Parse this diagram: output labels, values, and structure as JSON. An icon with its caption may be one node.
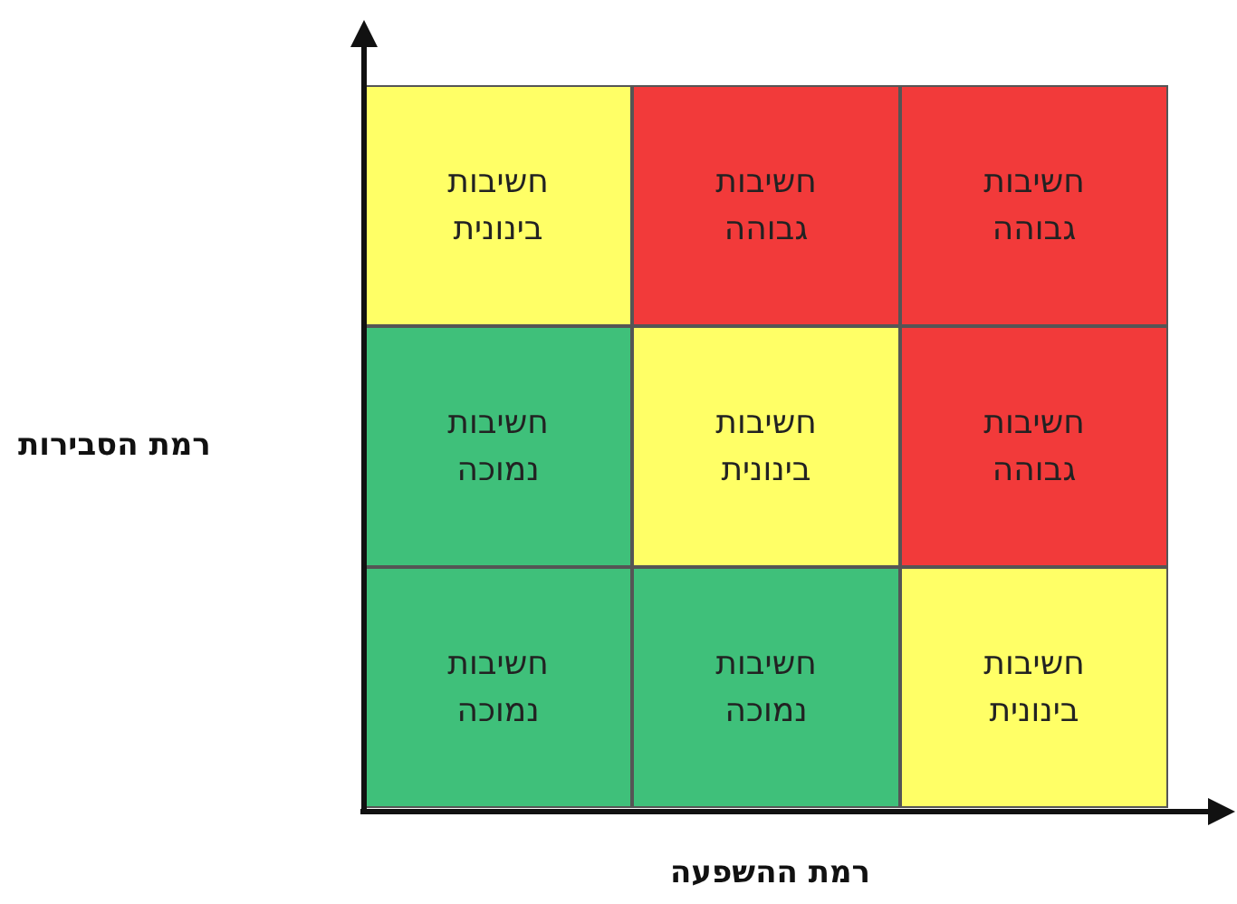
{
  "diagram": {
    "nodes": [
      {
        "text": [
          "חשיבות בינונית"
        ]
      },
      {
        "text": [
          "חשיבות גבוהה"
        ]
      },
      {
        "text": [
          "חשיבות גבוהה"
        ]
      },
      {
        "text": [
          "חשיבות נמוכה"
        ]
      },
      {
        "text": [
          "חשיבות בינונית"
        ]
      },
      {
        "text": [
          "חשיבות גבוהה"
        ]
      },
      {
        "text": [
          "חשיבות נמוכה"
        ]
      },
      {
        "text": [
          "חשיבות נמוכה"
        ]
      },
      {
        "text": [
          "חשיבות בינונית"
        ]
      }
    ],
    "edges": [],
    "labels": [
      "רמת הסבירות",
      "רמת ההשפעה"
    ]
  }
}
